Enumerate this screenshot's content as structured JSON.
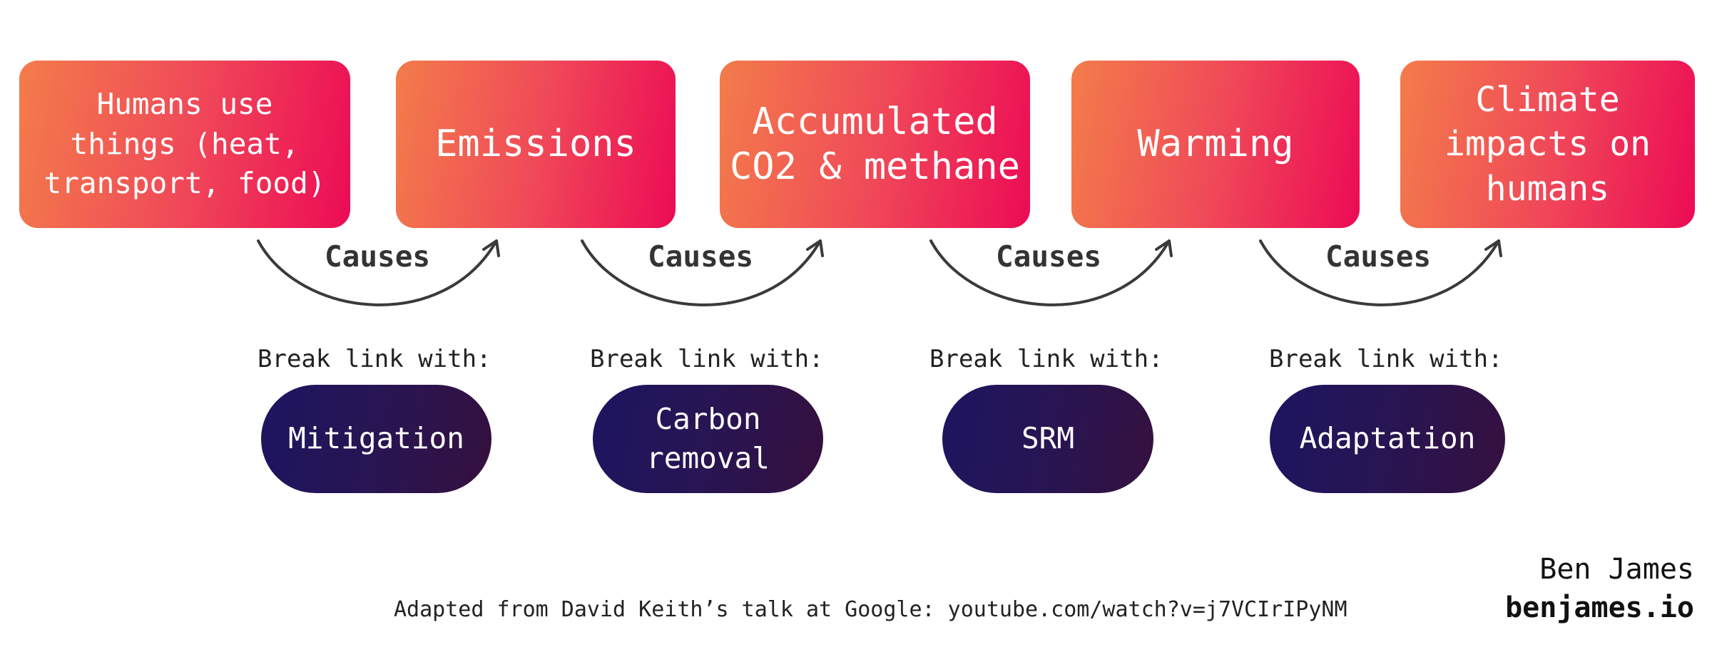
{
  "nodes": [
    {
      "label": "Humans use\nthings (heat,\ntransport, food)"
    },
    {
      "label": "Emissions"
    },
    {
      "label": "Accumulated\nCO2 & methane"
    },
    {
      "label": "Warming"
    },
    {
      "label": "Climate\nimpacts on\nhumans"
    }
  ],
  "edges": [
    {
      "label": "Causes"
    },
    {
      "label": "Causes"
    },
    {
      "label": "Causes"
    },
    {
      "label": "Causes"
    }
  ],
  "interventions": [
    {
      "prompt": "Break link with:",
      "label": "Mitigation"
    },
    {
      "prompt": "Break link with:",
      "label": "Carbon\nremoval"
    },
    {
      "prompt": "Break link with:",
      "label": "SRM"
    },
    {
      "prompt": "Break link with:",
      "label": "Adaptation"
    }
  ],
  "footer": {
    "credit": "Adapted from David Keith’s talk at Google: youtube.com/watch?v=j7VCIrIPyNM",
    "author": "Ben James",
    "site": "benjames.io"
  },
  "colors": {
    "node_gradient": [
      "#f37c4a",
      "#ec0b55"
    ],
    "intervention_gradient": [
      "#1c1560",
      "#35103e"
    ],
    "arrow": "#3a3a3a"
  }
}
